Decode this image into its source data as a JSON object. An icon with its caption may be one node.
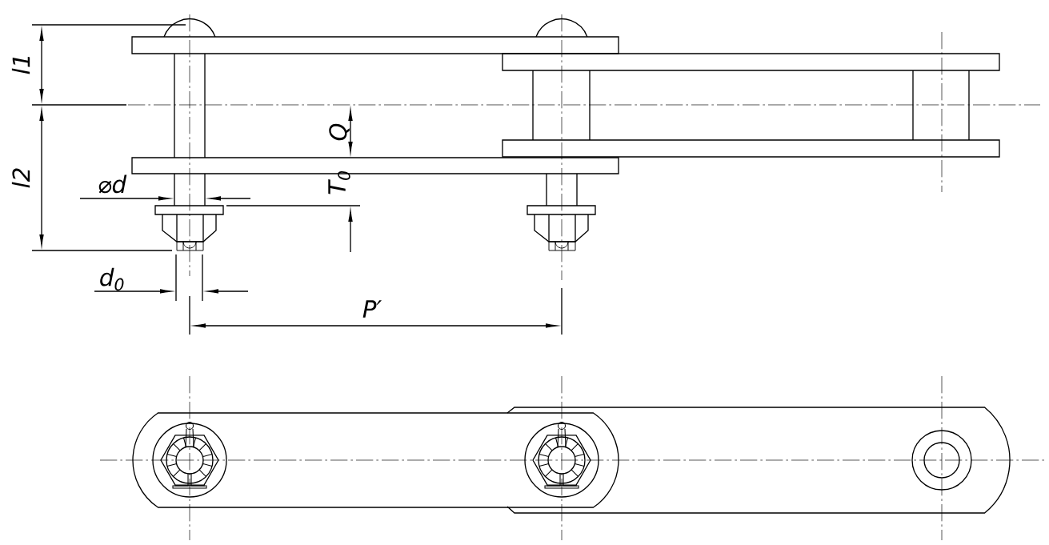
{
  "diagram": {
    "labels": [
      "l1",
      "l2",
      "Q",
      "T$_{0}$",
      "⌀d",
      "d$_{0}$",
      "P′"
    ]
  }
}
